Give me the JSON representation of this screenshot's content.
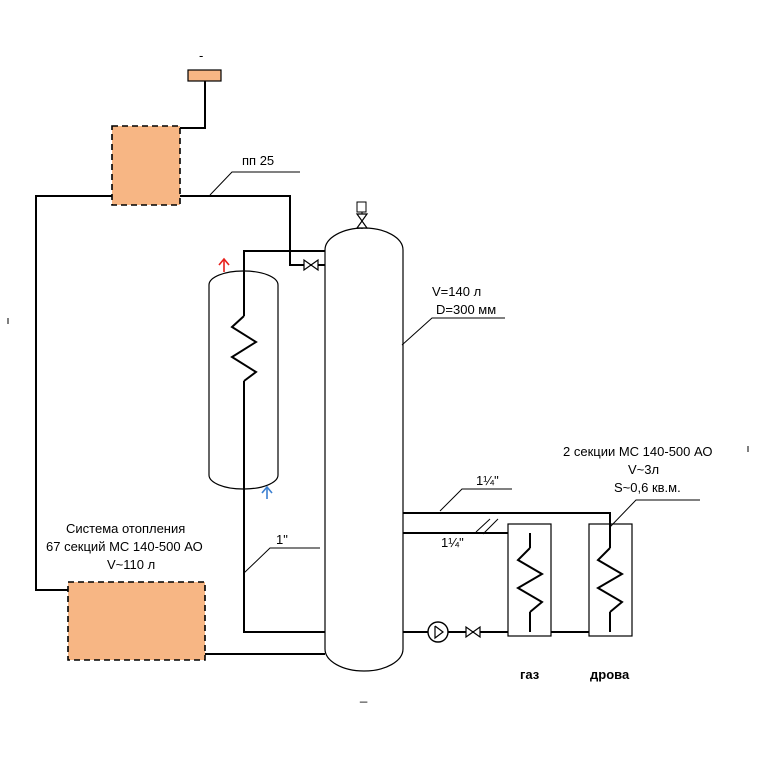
{
  "colors": {
    "box_fill": "#f7b684",
    "hot_arrow": "#e8201c",
    "cold_arrow": "#3b7fd0",
    "line": "#000000"
  },
  "labels": {
    "top_marker": "-",
    "pipe_pp25": "пп 25",
    "tank_volume": "V=140 л",
    "tank_diameter": "D=300 мм",
    "radiators_title": "2 секции МС 140-500 АО",
    "radiators_volume": "V~3л",
    "radiators_area": "S~0,6 кв.м.",
    "pipe_upper_size": "1¼\"",
    "pipe_lower_size": "1¼\"",
    "pipe_left_size": "1\"",
    "heating_line1": "Система отопления",
    "heating_line2": "67 секций МС 140-500 АО",
    "heating_line3": "V~110 л",
    "source_gas": "газ",
    "source_wood": "дрова",
    "bottom_marker": "_"
  }
}
